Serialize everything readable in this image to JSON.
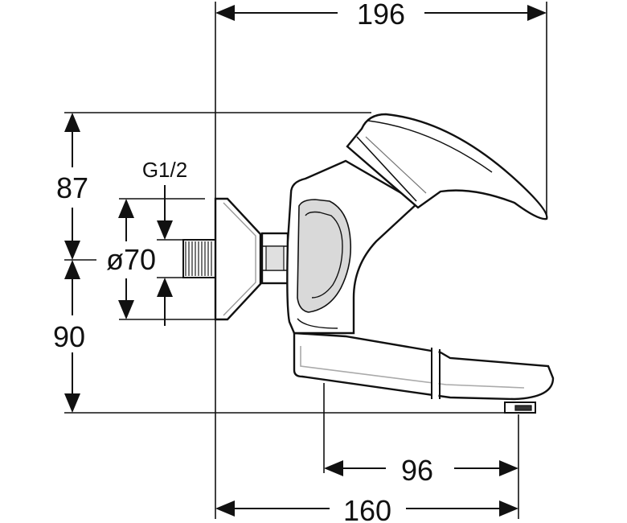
{
  "dimensions": {
    "overall_width": "196",
    "upper_height": "87",
    "lower_height": "90",
    "thread": "G1/2",
    "flange_diameter": "ø70",
    "spout_offset": "96",
    "spout_reach": "160"
  },
  "colors": {
    "line": "#111111",
    "shade": "#d9d9d9",
    "background": "#ffffff"
  }
}
